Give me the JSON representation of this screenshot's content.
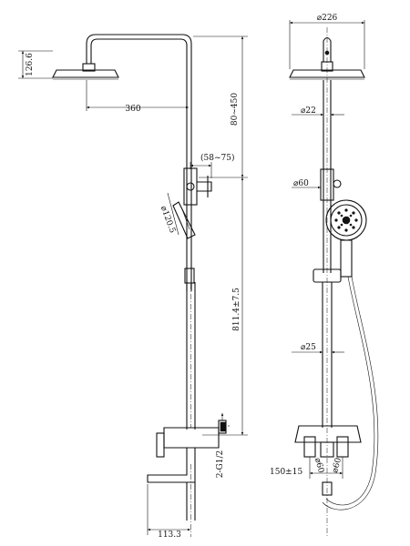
{
  "drawing": {
    "side_view": {
      "head_height": "126.6",
      "arm_reach": "360",
      "riser_adjust": "80~450",
      "offset": "(58~75)",
      "hand_shower_dia": "⌀120.5",
      "total_height": "811.4±7.5",
      "inlet_thread": "2-G1/2",
      "spout_reach": "113.3"
    },
    "front_view": {
      "head_dia": "⌀226",
      "pipe_dia_upper": "⌀22",
      "holder_dia": "⌀60",
      "pipe_dia_lower": "⌀25",
      "centers": "150±15",
      "cap_dia_left": "⌀60",
      "cap_dia_right": "⌀60"
    }
  }
}
